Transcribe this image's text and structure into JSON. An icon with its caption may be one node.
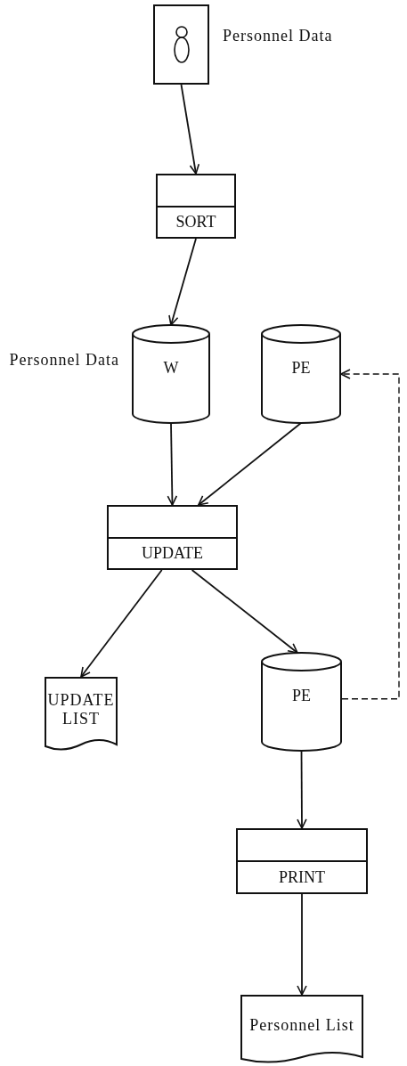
{
  "diagram": {
    "nodes": [
      {
        "text": [],
        "shape": "box",
        "beside": [
          "Personnel Data"
        ]
      },
      {
        "text": [
          "SORT"
        ]
      },
      {
        "text": [
          "W"
        ],
        "beside": [
          "Personnel Data"
        ]
      },
      {
        "text": [
          "PE"
        ]
      },
      {
        "text": [
          "UPDATE"
        ]
      },
      {
        "text": [
          "UPDATE LIST"
        ]
      },
      {
        "text": [
          "PE"
        ]
      },
      {
        "text": [
          "PRINT"
        ]
      },
      {
        "text": [
          "Personnel List"
        ]
      }
    ],
    "edges": [
      {
        "from": 0,
        "to": 1,
        "arrow": "to"
      },
      {
        "from": 1,
        "to": 2,
        "arrow": "to"
      },
      {
        "from": 2,
        "to": 4,
        "arrow": "to"
      },
      {
        "from": 3,
        "to": 4,
        "arrow": "to"
      },
      {
        "from": 4,
        "to": 5,
        "arrow": "to"
      },
      {
        "from": 4,
        "to": 6,
        "arrow": "to"
      },
      {
        "from": 6,
        "to": 3,
        "arrow": "to",
        "style": "dashed"
      },
      {
        "from": 6,
        "to": 7,
        "arrow": "to"
      },
      {
        "from": 7,
        "to": 8,
        "arrow": "to"
      }
    ]
  }
}
